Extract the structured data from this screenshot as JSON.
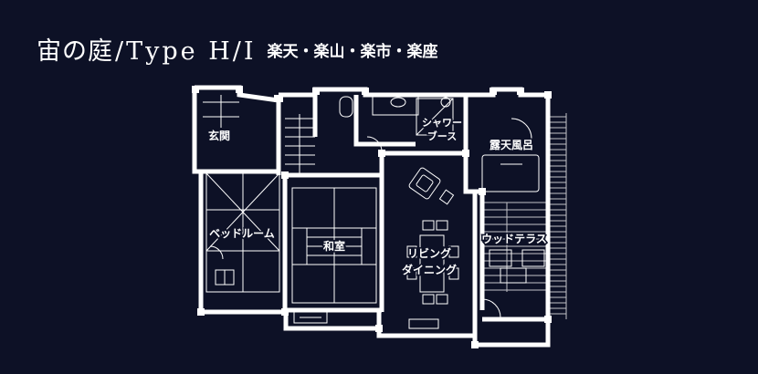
{
  "header": {
    "name": "宙の庭",
    "separator": "/",
    "type": "Type H/I",
    "locations": "楽天・楽山・楽市・楽座"
  },
  "rooms": {
    "entrance": "玄関",
    "bedroom": "ベッドルーム",
    "washitsu": "和室",
    "living_line1": "リビング",
    "living_line2": "ダイニング",
    "shower_line1": "シャワー",
    "shower_line2": "ブース",
    "bath": "露天風呂",
    "terrace": "ウッドテラス"
  },
  "colors": {
    "background": "#0d1126",
    "lines": "#ffffff"
  }
}
